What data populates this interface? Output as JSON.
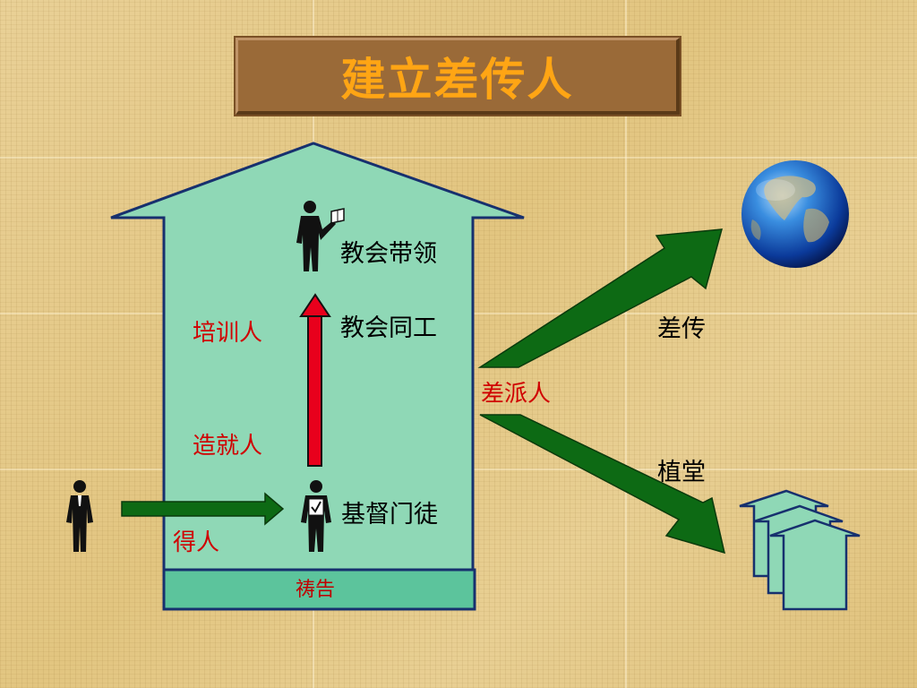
{
  "title": "建立差传人",
  "house": {
    "base_label": "祷告",
    "steps": [
      {
        "label": "教会带领"
      },
      {
        "label": "教会同工"
      },
      {
        "label": "基督门徒"
      }
    ],
    "processes": {
      "train": "培训人",
      "build": "造就人",
      "gain": "得人"
    }
  },
  "outputs": {
    "sending_label": "差派人",
    "mission_label": "差传",
    "church_planting_label": "植堂"
  },
  "colors": {
    "house_fill": "#8fd8b6",
    "arrow_green": "#0d6a14",
    "arrow_red": "#e8001c",
    "title_color": "#ffa514",
    "title_bg": "#9a6a38"
  },
  "icons": [
    "person-icon",
    "disciple-icon",
    "leader-icon",
    "globe-icon",
    "church-buildings-icon"
  ]
}
